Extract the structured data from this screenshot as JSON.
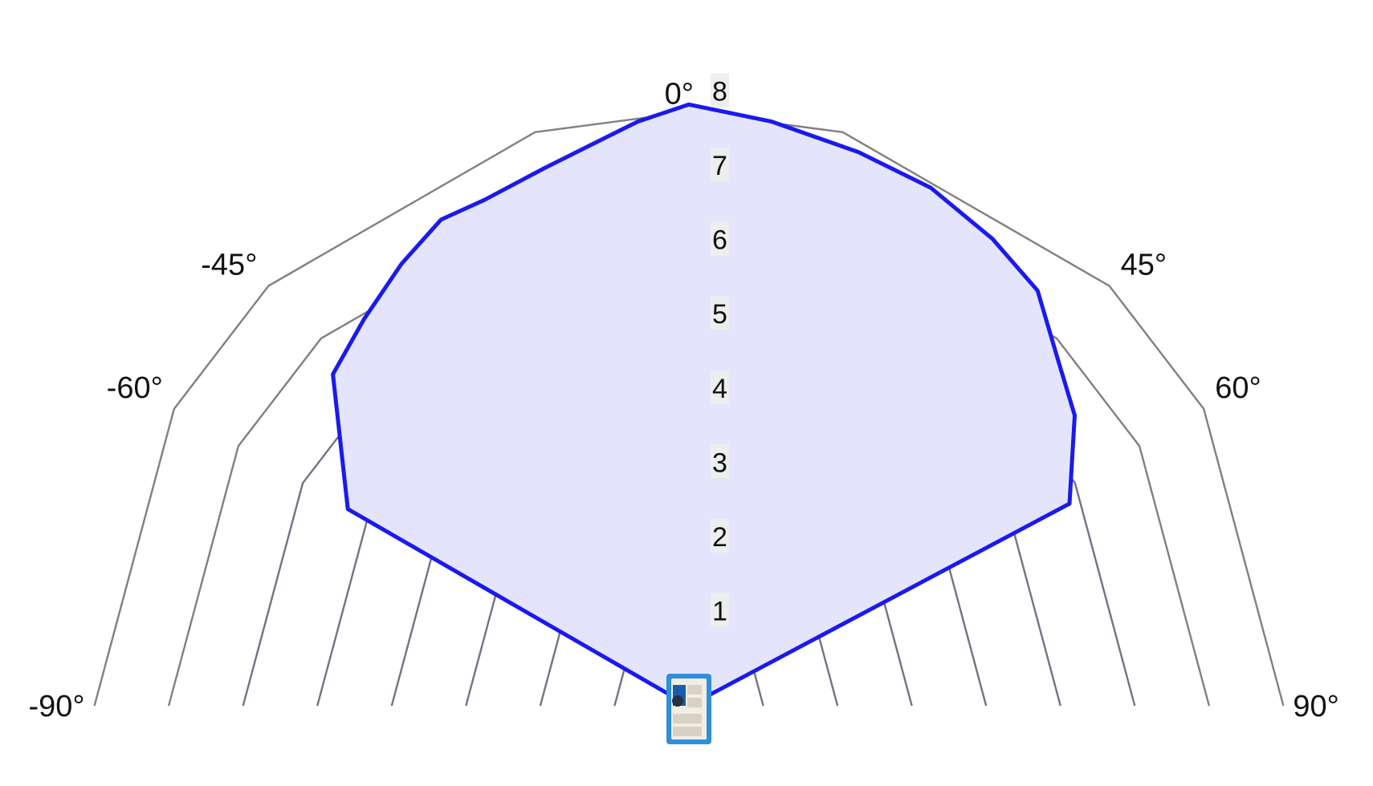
{
  "chart_data": {
    "type": "polar",
    "angle_labels": [
      {
        "angle": -90,
        "text": "-90°"
      },
      {
        "angle": -60,
        "text": "-60°"
      },
      {
        "angle": -45,
        "text": "-45°"
      },
      {
        "angle": 0,
        "text": "0°"
      },
      {
        "angle": 45,
        "text": "45°"
      },
      {
        "angle": 60,
        "text": "60°"
      },
      {
        "angle": 90,
        "text": "90°"
      }
    ],
    "grid_angles": [
      -90,
      -60,
      -45,
      -15,
      0,
      15,
      45,
      60,
      90
    ],
    "rings": [
      {
        "value": 1,
        "label": "1"
      },
      {
        "value": 2,
        "label": "2"
      },
      {
        "value": 3,
        "label": "3"
      },
      {
        "value": 4,
        "label": "4"
      },
      {
        "value": 5,
        "label": "5"
      },
      {
        "value": 6,
        "label": "6"
      },
      {
        "value": 7,
        "label": "7"
      },
      {
        "value": 8,
        "label": "8"
      }
    ],
    "rmax": 8,
    "series": [
      {
        "points": [
          {
            "angle": -60,
            "r": 0
          },
          {
            "angle": -60,
            "r": 5.3
          },
          {
            "angle": -47,
            "r": 6.55
          },
          {
            "angle": -40,
            "r": 6.8
          },
          {
            "angle": -33,
            "r": 7.1
          },
          {
            "angle": -27,
            "r": 7.35
          },
          {
            "angle": -22,
            "r": 7.35
          },
          {
            "angle": -15,
            "r": 7.5
          },
          {
            "angle": -5,
            "r": 7.9
          },
          {
            "angle": 0,
            "r": 8.1
          },
          {
            "angle": 8,
            "r": 7.95
          },
          {
            "angle": 17,
            "r": 7.8
          },
          {
            "angle": 25,
            "r": 7.7
          },
          {
            "angle": 33,
            "r": 7.5
          },
          {
            "angle": 40,
            "r": 7.3
          },
          {
            "angle": 47,
            "r": 6.8
          },
          {
            "angle": 53,
            "r": 6.5
          },
          {
            "angle": 62,
            "r": 5.8
          },
          {
            "angle": 62,
            "r": 0
          }
        ]
      }
    ],
    "colors": {
      "series_stroke": "#1a1aee",
      "series_fill": "#e4e5fc",
      "grid": "#808080",
      "grid_inner": "#727282",
      "sensor_board": "#2f8fd8"
    },
    "icon": "sensor-board-icon"
  }
}
